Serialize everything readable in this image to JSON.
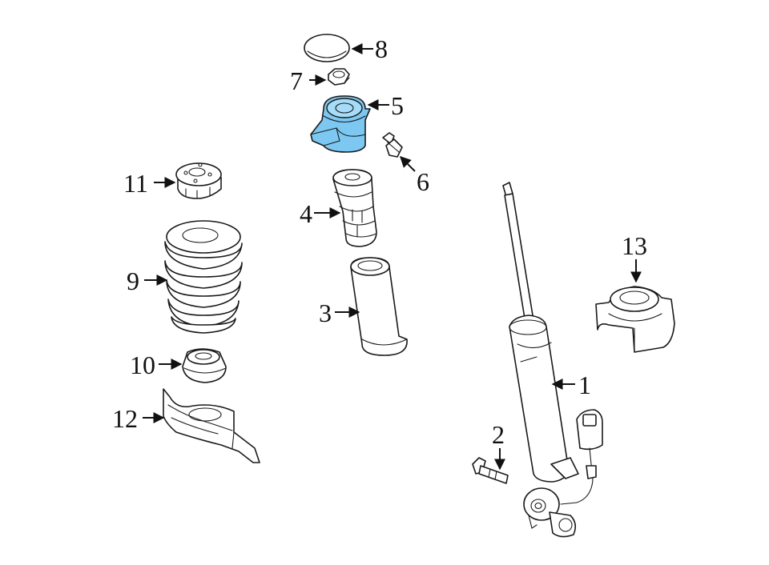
{
  "diagram": {
    "highlight_color": "#7cc8f2",
    "callouts": [
      {
        "id": "1",
        "label": "1"
      },
      {
        "id": "2",
        "label": "2"
      },
      {
        "id": "3",
        "label": "3"
      },
      {
        "id": "4",
        "label": "4"
      },
      {
        "id": "5",
        "label": "5"
      },
      {
        "id": "6",
        "label": "6"
      },
      {
        "id": "7",
        "label": "7"
      },
      {
        "id": "8",
        "label": "8"
      },
      {
        "id": "9",
        "label": "9"
      },
      {
        "id": "10",
        "label": "10"
      },
      {
        "id": "11",
        "label": "11"
      },
      {
        "id": "12",
        "label": "12"
      },
      {
        "id": "13",
        "label": "13"
      }
    ]
  }
}
